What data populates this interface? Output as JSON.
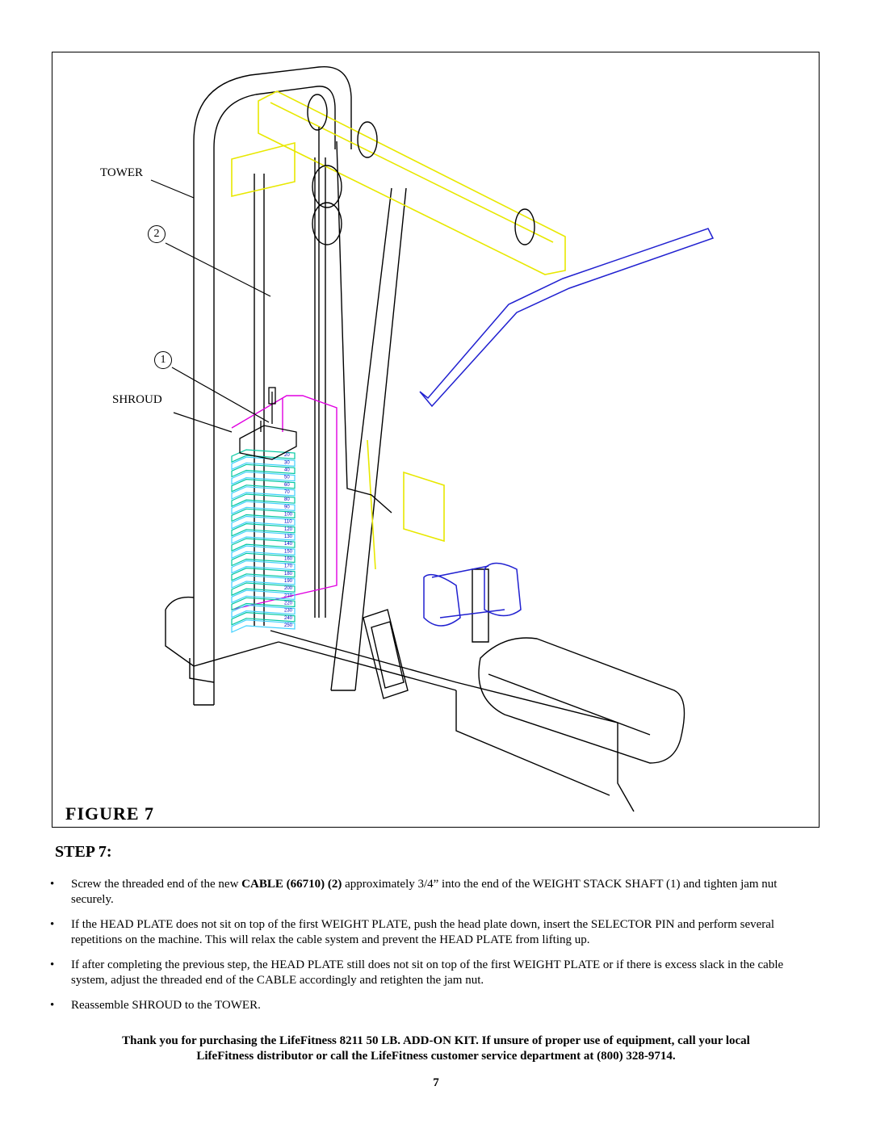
{
  "figure": {
    "caption": "FIGURE  7",
    "callouts": {
      "tower": "TOWER",
      "shroud": "SHROUD",
      "cable_number": "2",
      "shaft_number": "1"
    },
    "colors": {
      "frame": "#000000",
      "head_arm": "#e8e800",
      "shroud": "#e000e0",
      "weight_stack": "#00c8a0",
      "weight_stack_edge": "#40d0ff",
      "lat_bar": "#2020d0",
      "pin_stack": "#0000c0"
    },
    "weight_labels": [
      "20",
      "30",
      "40",
      "50",
      "60",
      "70",
      "80",
      "90",
      "100",
      "110",
      "120",
      "130",
      "140",
      "150",
      "160",
      "170",
      "180",
      "190",
      "200",
      "210",
      "220",
      "230",
      "240",
      "250"
    ]
  },
  "step": {
    "heading": "STEP 7:",
    "bullets": [
      {
        "pre": "Screw the threaded end of the new ",
        "bold": "CABLE (66710) (2)",
        "post": " approximately 3/4” into the end of the WEIGHT STACK SHAFT (1) and tighten jam nut securely."
      },
      {
        "text": "If the HEAD PLATE does not sit on top of the first WEIGHT PLATE, push the head plate down, insert the SELECTOR PIN and perform several repetitions on the machine. This will relax the cable system and prevent the HEAD PLATE from lifting up."
      },
      {
        "text": "If after completing the previous step,  the HEAD PLATE still does not sit on top of the first WEIGHT PLATE or if there is excess slack in the cable system, adjust the threaded end of the CABLE accordingly and retighten the jam nut."
      },
      {
        "text": "Reassemble SHROUD to the TOWER."
      }
    ],
    "bullet_symbol": "•"
  },
  "thanks": {
    "line1": "Thank you for purchasing the LifeFitness 8211 50 LB. ADD-ON KIT.  If unsure of proper use of equipment, call your local",
    "line2": "LifeFitness  distributor or call the LifeFitness customer service department at (800) 328-9714."
  },
  "page_number": "7"
}
